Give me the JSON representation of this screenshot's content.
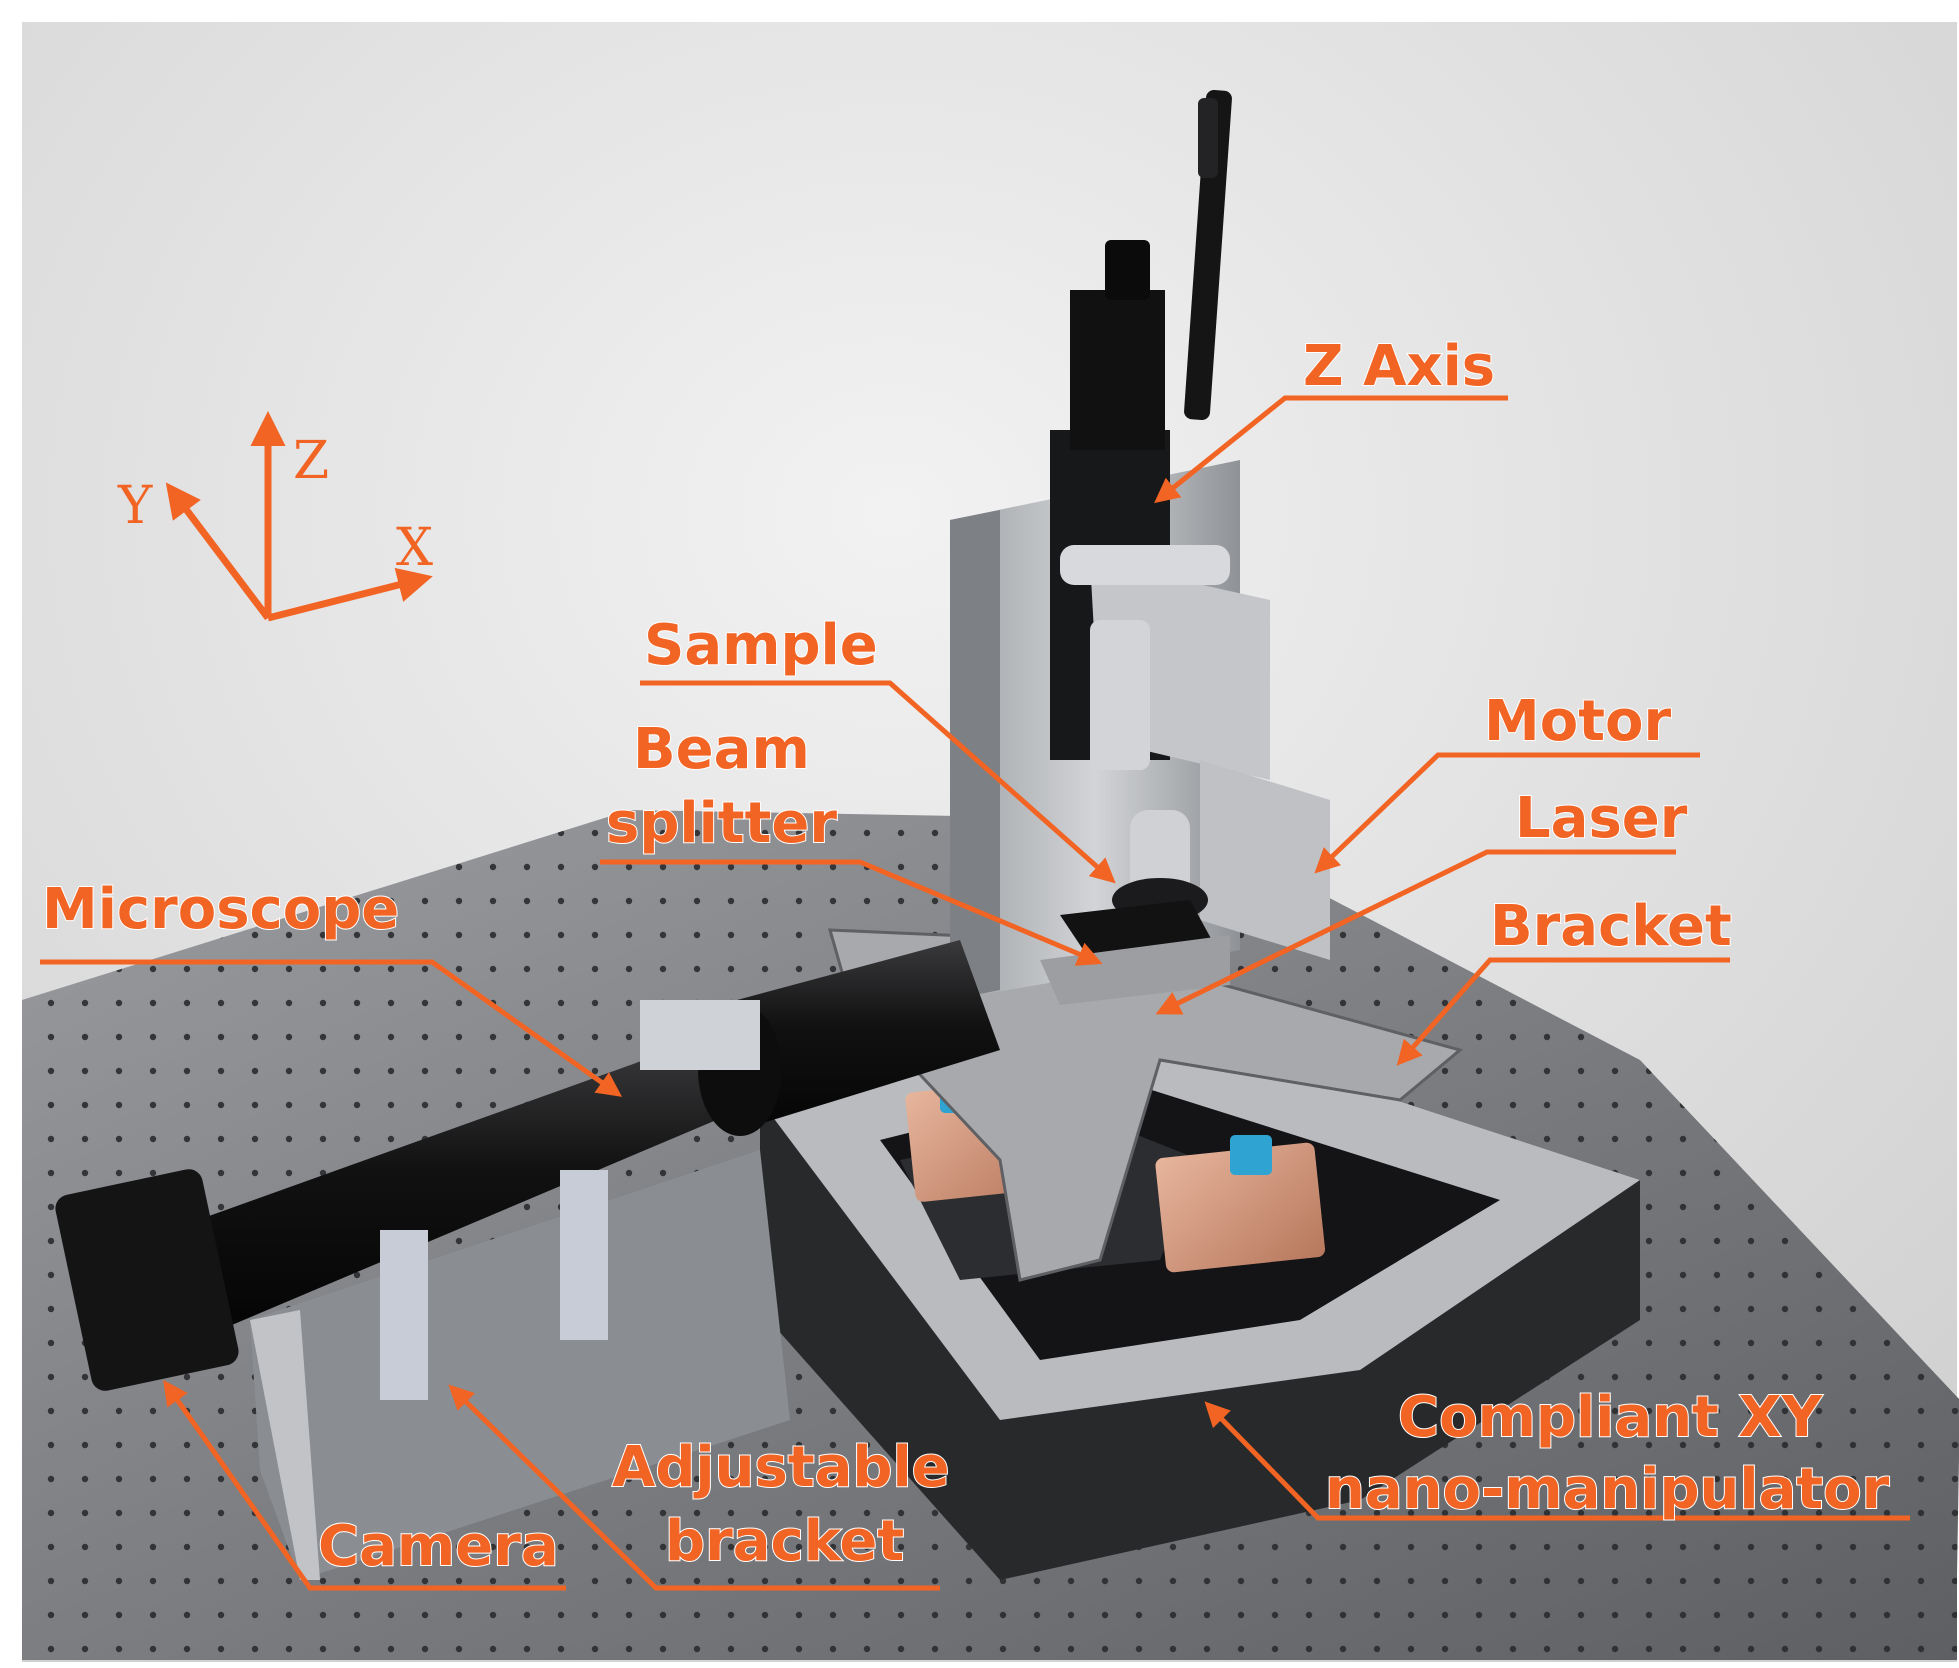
{
  "colors": {
    "accent": "#f26424",
    "background": "#e2e2e2",
    "table": "#7b7d80",
    "frame_dark": "#1e1e20",
    "aluminum": "#b8babd"
  },
  "axes": {
    "x": "X",
    "y": "Y",
    "z": "Z"
  },
  "labels": {
    "z_axis": "Z Axis",
    "sample": "Sample",
    "beam_splitter_1": "Beam",
    "beam_splitter_2": "splitter",
    "motor": "Motor",
    "laser": "Laser",
    "bracket": "Bracket",
    "microscope": "Microscope",
    "compliant_1": "Compliant XY",
    "compliant_2": "nano-manipulator",
    "adjustable_1": "Adjustable",
    "adjustable_2": "bracket",
    "camera": "Camera"
  }
}
